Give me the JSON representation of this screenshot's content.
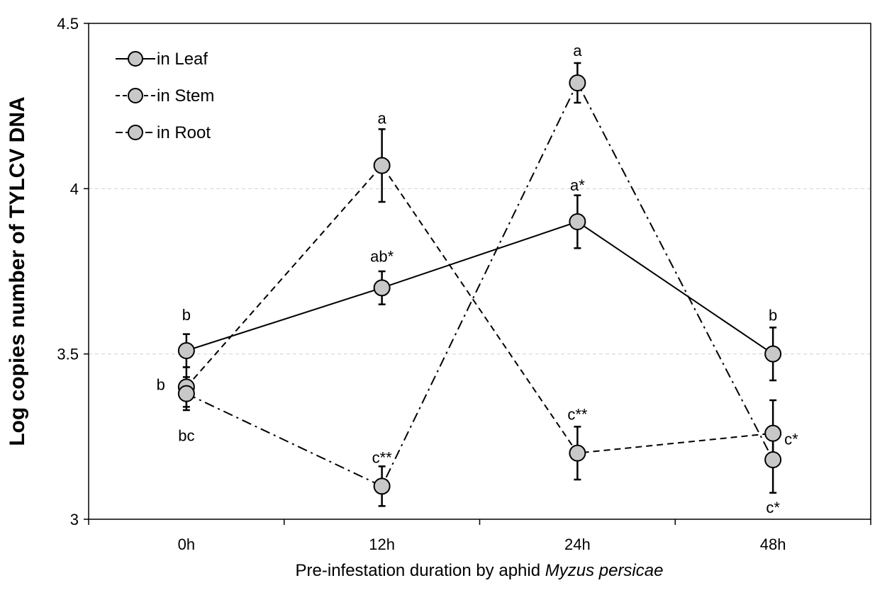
{
  "chart_data": {
    "type": "line",
    "categories": [
      "0h",
      "12h",
      "24h",
      "48h"
    ],
    "xlabel_plain": "Pre-infestation duration by aphid ",
    "xlabel_italic": "Myzus persicae",
    "ylabel": "Log copies number of TYLCV DNA",
    "ylim": [
      3,
      4.5
    ],
    "yticks": [
      3,
      3.5,
      4,
      4.5
    ],
    "ytick_labels": [
      "3",
      "3.5",
      "4",
      "4.5"
    ],
    "grid": "horizontal dashed at 3.5 and 4",
    "legend_position": "top-left",
    "series": [
      {
        "name": "in Leaf",
        "dash": "solid",
        "values": [
          3.51,
          3.7,
          3.9,
          3.5
        ],
        "errors": [
          0.05,
          0.05,
          0.08,
          0.08
        ],
        "labels": [
          "b",
          "ab*",
          "a*",
          "b"
        ]
      },
      {
        "name": "in Stem",
        "dash": "dashed",
        "values": [
          3.4,
          4.07,
          3.2,
          3.26
        ],
        "errors": [
          0.06,
          0.11,
          0.08,
          0.1
        ],
        "labels": [
          "b",
          "a",
          "c**",
          "c*"
        ]
      },
      {
        "name": "in Root",
        "dash": "dashdot",
        "values": [
          3.38,
          3.1,
          4.32,
          3.18
        ],
        "errors": [
          0.05,
          0.06,
          0.06,
          0.1
        ],
        "labels": [
          "bc",
          "c**",
          "a",
          "c*"
        ]
      }
    ],
    "colors": {
      "marker_fill": "#c8c8c8",
      "line": "#000000",
      "grid": "#d0d0d0"
    }
  }
}
